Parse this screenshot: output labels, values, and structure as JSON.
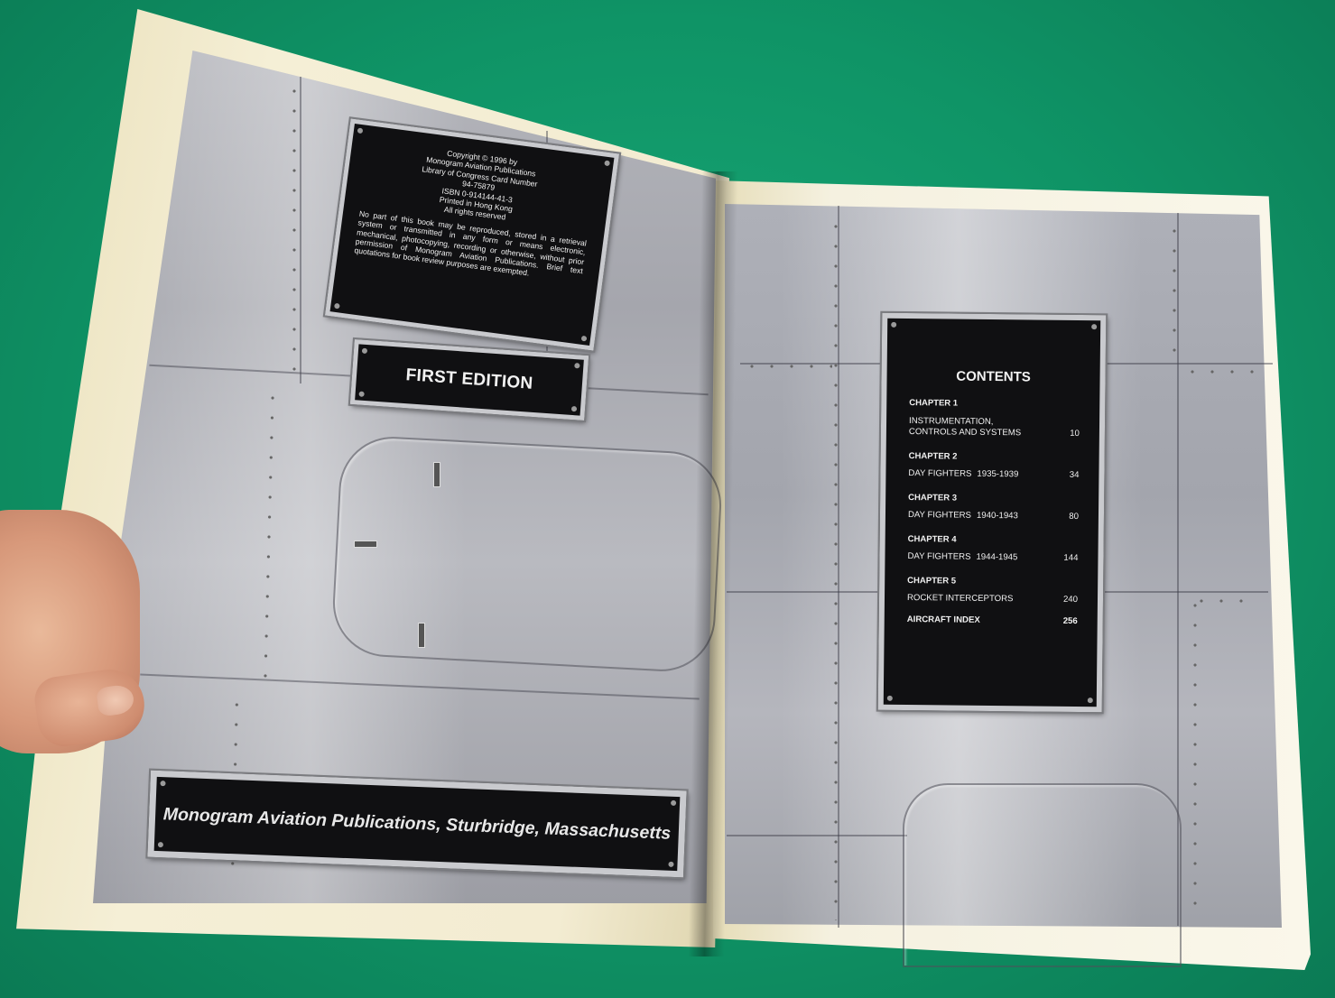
{
  "left_page": {
    "copyright_plaque": {
      "lines": [
        "Copyright © 1996 by",
        "Monogram Aviation Publications",
        "Library of Congress Card Number",
        "94-75879",
        "ISBN 0-914144-41-3",
        "Printed in Hong Kong",
        "All rights reserved"
      ],
      "notice": "No part of this book may be reproduced, stored in a retrieval system or transmitted in any form or means electronic, mechanical, photocopying, recording or otherwise, without prior permission of Monogram Aviation Publications. Brief text quotations for book review purposes are exempted."
    },
    "edition_plaque": {
      "text": "FIRST EDITION"
    },
    "publisher_plaque": {
      "text": "Monogram Aviation Publications, Sturbridge, Massachusetts"
    }
  },
  "right_page": {
    "contents_plaque": {
      "title": "CONTENTS",
      "entries": [
        {
          "chapter": "CHAPTER 1",
          "title": "INSTRUMENTATION,\nCONTROLS AND SYSTEMS",
          "years": "",
          "page": "10"
        },
        {
          "chapter": "CHAPTER 2",
          "title": "DAY FIGHTERS",
          "years": "1935-1939",
          "page": "34"
        },
        {
          "chapter": "CHAPTER 3",
          "title": "DAY FIGHTERS",
          "years": "1940-1943",
          "page": "80"
        },
        {
          "chapter": "CHAPTER 4",
          "title": "DAY FIGHTERS",
          "years": "1944-1945",
          "page": "144"
        },
        {
          "chapter": "CHAPTER 5",
          "title": "ROCKET INTERCEPTORS",
          "years": "",
          "page": "240"
        }
      ],
      "index": {
        "title": "AIRCRAFT INDEX",
        "page": "256"
      }
    }
  }
}
